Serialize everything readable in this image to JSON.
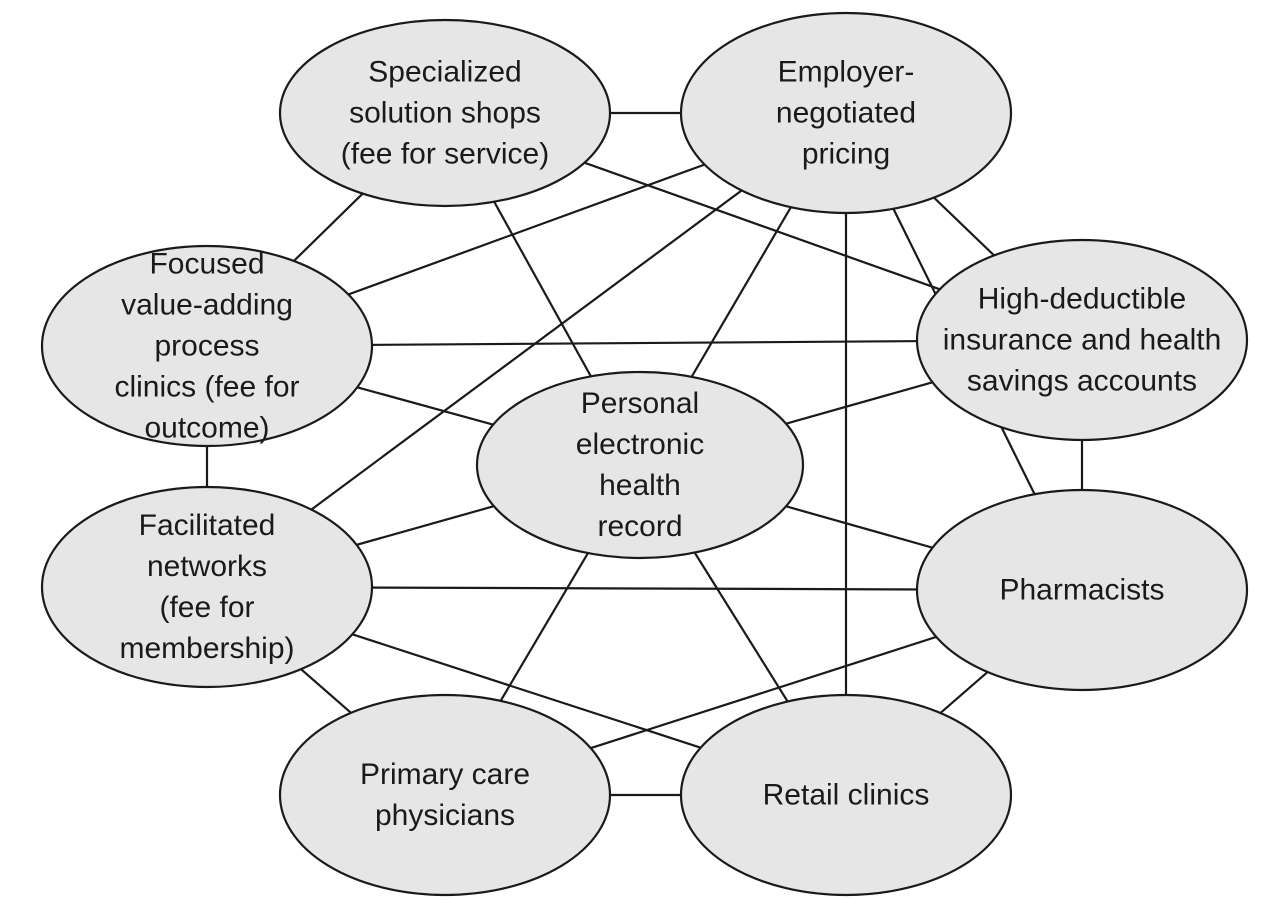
{
  "diagram": {
    "nodes": [
      {
        "id": "specialized",
        "lines": [
          "Specialized",
          "solution shops",
          "(fee for service)"
        ]
      },
      {
        "id": "employer",
        "lines": [
          "Employer-",
          "negotiated",
          "pricing"
        ]
      },
      {
        "id": "focused",
        "lines": [
          "Focused",
          "value-adding",
          "process",
          "clinics (fee for",
          "outcome)"
        ]
      },
      {
        "id": "high-deductible",
        "lines": [
          "High-deductible",
          "insurance and health",
          "savings accounts"
        ]
      },
      {
        "id": "personal-ehr",
        "lines": [
          "Personal",
          "electronic",
          "health",
          "record"
        ]
      },
      {
        "id": "facilitated",
        "lines": [
          "Facilitated",
          "networks",
          "(fee for",
          "membership)"
        ]
      },
      {
        "id": "pharmacists",
        "lines": [
          "Pharmacists"
        ]
      },
      {
        "id": "primary-care",
        "lines": [
          "Primary care",
          "physicians"
        ]
      },
      {
        "id": "retail",
        "lines": [
          "Retail clinics"
        ]
      }
    ],
    "edges": [
      [
        "specialized",
        "employer"
      ],
      [
        "specialized",
        "focused"
      ],
      [
        "specialized",
        "personal-ehr"
      ],
      [
        "specialized",
        "high-deductible"
      ],
      [
        "employer",
        "focused"
      ],
      [
        "employer",
        "facilitated"
      ],
      [
        "employer",
        "personal-ehr"
      ],
      [
        "employer",
        "high-deductible"
      ],
      [
        "employer",
        "pharmacists"
      ],
      [
        "employer",
        "retail"
      ],
      [
        "focused",
        "high-deductible"
      ],
      [
        "focused",
        "personal-ehr"
      ],
      [
        "focused",
        "facilitated"
      ],
      [
        "high-deductible",
        "personal-ehr"
      ],
      [
        "high-deductible",
        "pharmacists"
      ],
      [
        "personal-ehr",
        "facilitated"
      ],
      [
        "personal-ehr",
        "pharmacists"
      ],
      [
        "personal-ehr",
        "primary-care"
      ],
      [
        "personal-ehr",
        "retail"
      ],
      [
        "facilitated",
        "pharmacists"
      ],
      [
        "facilitated",
        "primary-care"
      ],
      [
        "facilitated",
        "retail"
      ],
      [
        "pharmacists",
        "primary-care"
      ],
      [
        "pharmacists",
        "retail"
      ],
      [
        "primary-care",
        "retail"
      ]
    ]
  }
}
